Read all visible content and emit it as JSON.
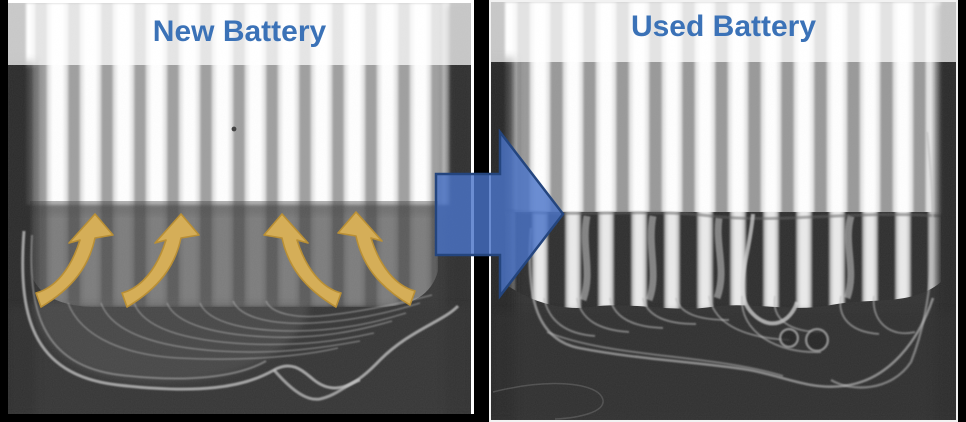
{
  "figure": {
    "type": "before-after x-ray comparison of battery electrodes",
    "title_color": "#3B72B7",
    "panels": [
      {
        "title": "New Battery"
      },
      {
        "title": "Used Battery"
      }
    ],
    "annotations": {
      "flow_arrows": {
        "count": 4,
        "direction": "up",
        "color": "#D5AE58",
        "border": "#B98F35"
      },
      "transition_arrow": {
        "direction": "right",
        "fill": "#4A74C8",
        "border": "#24457E"
      }
    }
  }
}
